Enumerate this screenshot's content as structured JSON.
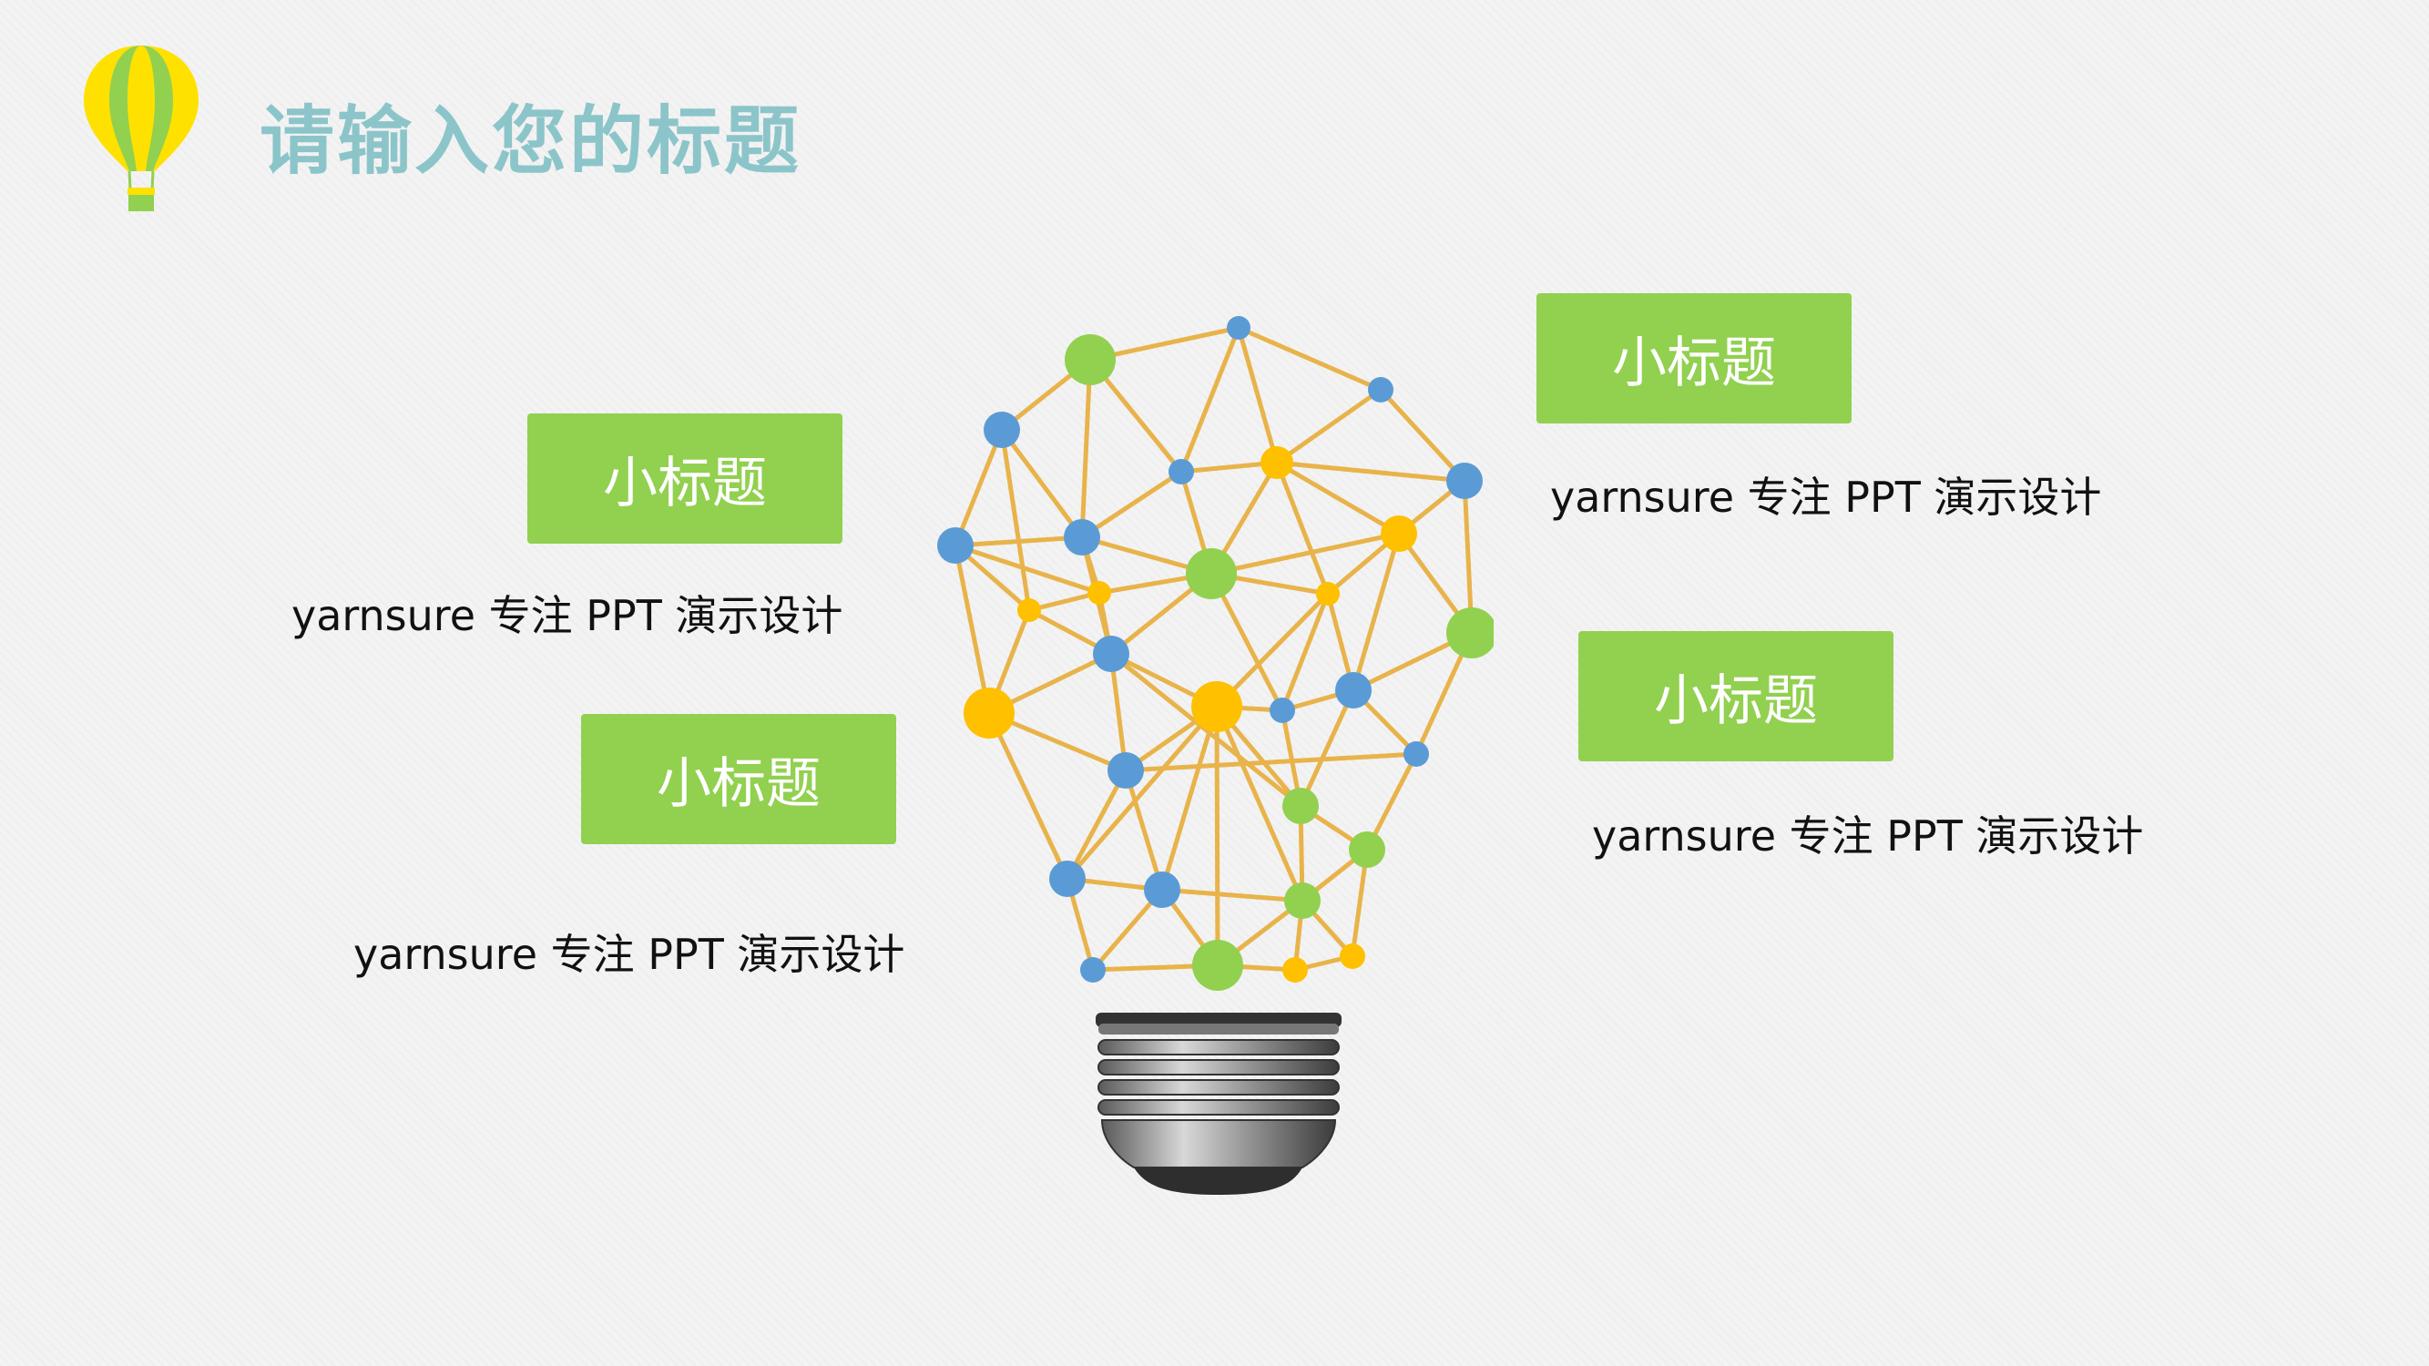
{
  "header": {
    "title": "请输入您的标题"
  },
  "items": [
    {
      "subtitle": "小标题",
      "description": "yarnsure 专注 PPT 演示设计"
    },
    {
      "subtitle": "小标题",
      "description": "yarnsure 专注 PPT 演示设计"
    },
    {
      "subtitle": "小标题",
      "description": "yarnsure 专注 PPT 演示设计"
    },
    {
      "subtitle": "小标题",
      "description": "yarnsure 专注 PPT 演示设计"
    }
  ],
  "colors": {
    "title": "#8cc5c9",
    "tag_background": "#92d050",
    "tag_text": "#ffffff",
    "network_line": "#e8b34a",
    "node_blue": "#5b9bd5",
    "node_green": "#92d050",
    "node_yellow": "#ffc000",
    "balloon_yellow": "#ffe100",
    "balloon_green": "#92d050"
  },
  "icons": {
    "logo": "hot-air-balloon-icon",
    "illustration": "network-lightbulb-illustration"
  }
}
